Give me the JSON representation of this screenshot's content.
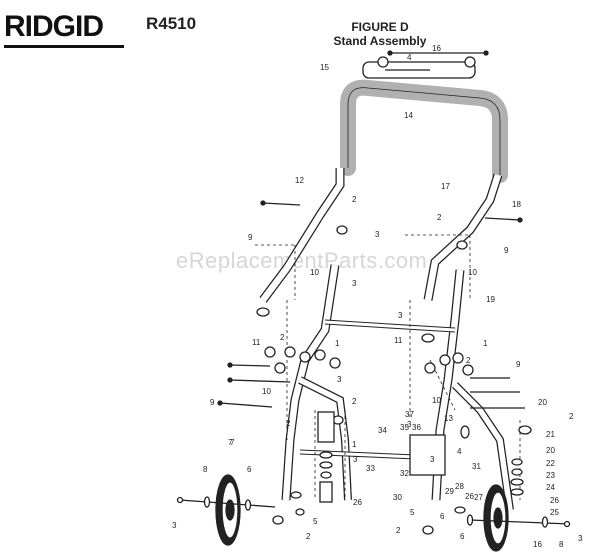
{
  "header": {
    "brand": "RIDGID",
    "model": "R4510",
    "figure_title": "FIGURE D",
    "figure_subtitle": "Stand Assembly"
  },
  "watermark": "eReplacementParts.com",
  "colors": {
    "ink": "#222222",
    "grip": "#b8b8b8",
    "watermark": "#d6d6d6"
  },
  "part_labels": [
    "16",
    "4",
    "15",
    "14",
    "12",
    "17",
    "18",
    "2",
    "9",
    "3",
    "2",
    "9",
    "10",
    "10",
    "19",
    "3",
    "11",
    "3",
    "11",
    "2",
    "1",
    "2",
    "1",
    "10",
    "3",
    "2",
    "9",
    "10",
    "3",
    "9",
    "2",
    "7",
    "1",
    "37",
    "13",
    "36",
    "35",
    "34",
    "20",
    "2",
    "21",
    "3",
    "4",
    "3",
    "31",
    "32",
    "20",
    "22",
    "23",
    "24",
    "33",
    "28",
    "26",
    "29",
    "30",
    "5",
    "27",
    "26",
    "25",
    "7",
    "8",
    "6",
    "3",
    "26",
    "5",
    "6",
    "2",
    "2",
    "6",
    "16",
    "8",
    "3"
  ]
}
